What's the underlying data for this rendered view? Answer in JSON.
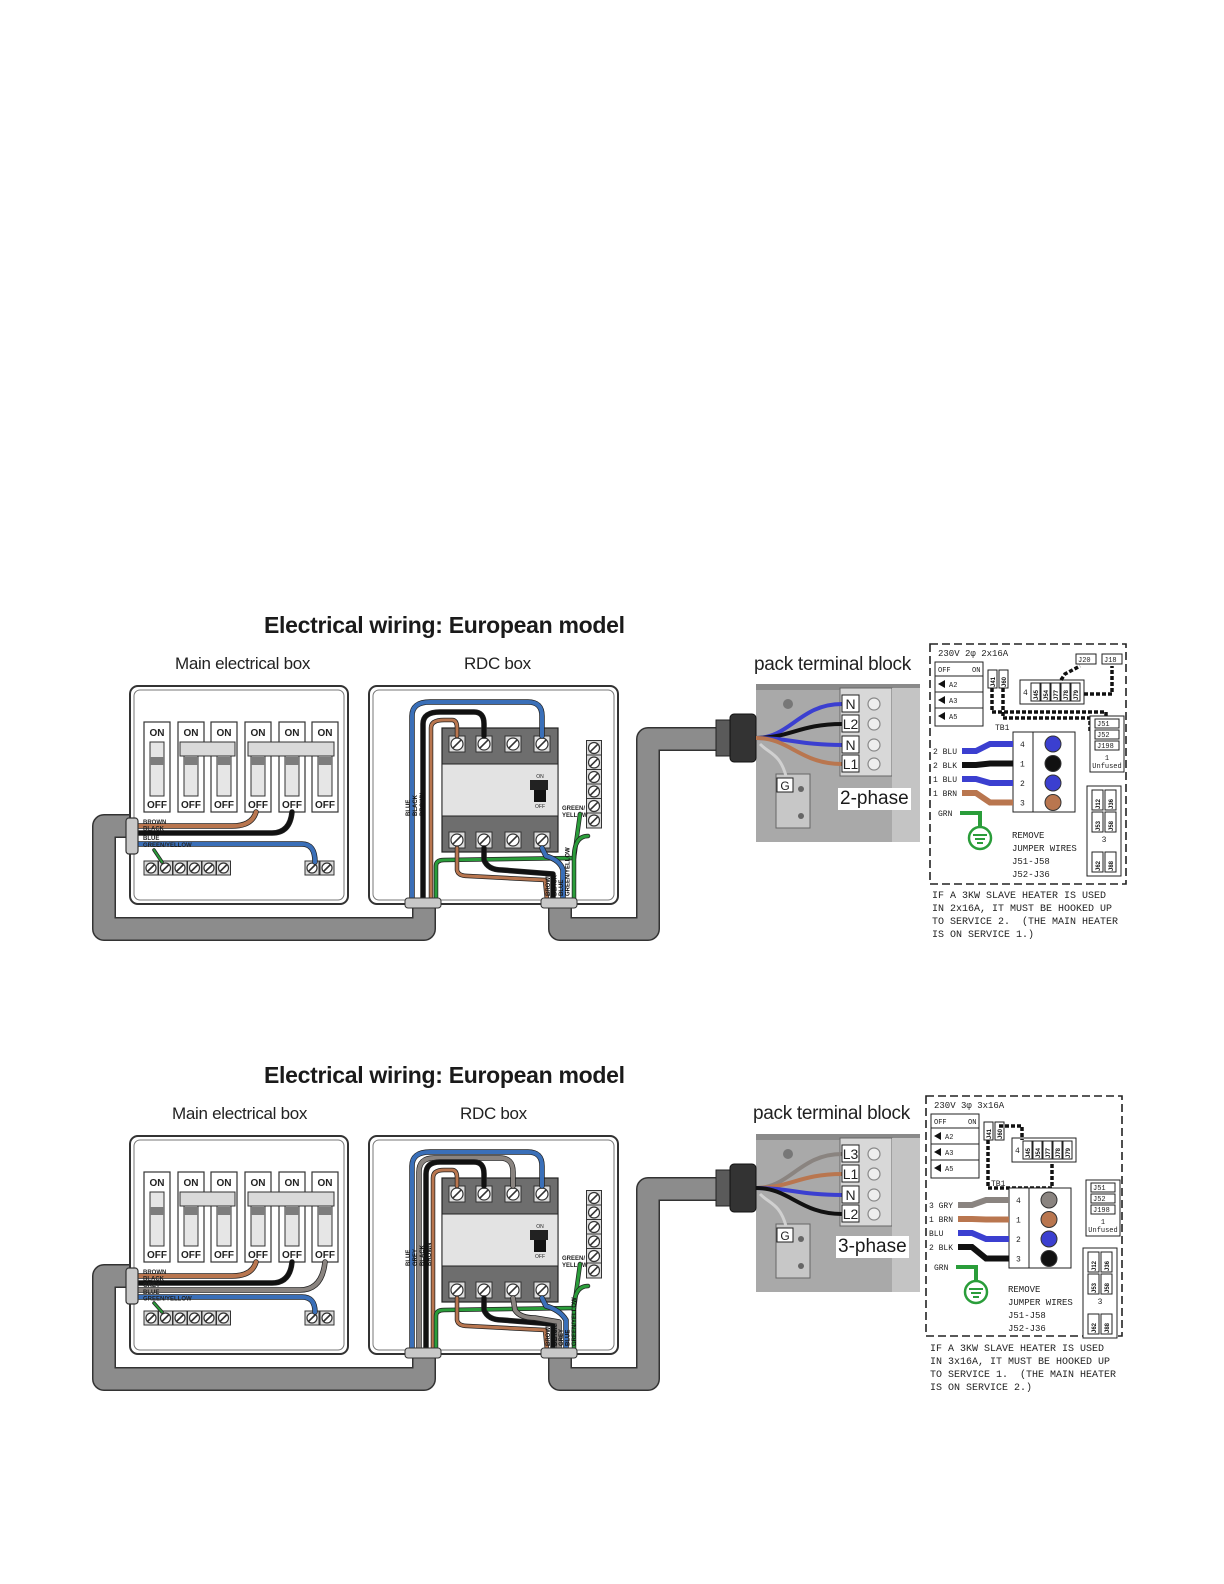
{
  "colors": {
    "brown": "#b9764f",
    "black": "#111111",
    "blue": "#3a6fb8",
    "wiring_blue": "#3b3fd0",
    "grey_wire": "#8a8480",
    "green": "#2a9d3a",
    "conduit": "#8c8c8c",
    "breaker_body": "#6e6e6e",
    "rcd_face": "#e3e3e3"
  },
  "diagrams": [
    {
      "title": "Electrical wiring: European model",
      "main_box_label": "Main electrical box",
      "rdc_box_label": "RDC box",
      "pack_label": "pack terminal block",
      "phase_label": "2-phase",
      "breakers": [
        {
          "on": "ON",
          "off": "OFF"
        },
        {
          "on": "ON",
          "off": "OFF"
        },
        {
          "on": "ON",
          "off": "OFF"
        },
        {
          "on": "ON",
          "off": "OFF"
        },
        {
          "on": "ON",
          "off": "OFF"
        },
        {
          "on": "ON",
          "off": "OFF"
        }
      ],
      "main_wire_labels": [
        "BROWN",
        "BLACK",
        "BLUE",
        "GREEN/YELLOW"
      ],
      "rdc_vertical_labels": [
        "BLUE",
        "BLACK",
        "BROWN"
      ],
      "rdc_bottom_labels": [
        "BROWN",
        "BLACK",
        "BLUE",
        "GREEN/YELLOW"
      ],
      "rcd_switch": {
        "on": "ON",
        "off": "OFF"
      },
      "ground_label": "GREEN/ YELLOW",
      "terminals": [
        "N",
        "L2",
        "N",
        "L1"
      ],
      "ground_terminal": "G",
      "schematic": {
        "header": "230V 2φ 2x16A",
        "dip_header": {
          "off": "OFF",
          "on": "ON"
        },
        "dip_switches": [
          "A2",
          "A3",
          "A5"
        ],
        "jumpers_top": [
          "J41",
          "J60"
        ],
        "jumper_group_number": "4",
        "jumper_group": [
          "J45",
          "J54",
          "J77",
          "J78",
          "J79"
        ],
        "jumpers_corner": [
          "J20",
          "J18"
        ],
        "service_box": {
          "jumpers": [
            "J51",
            "J52",
            "J198"
          ],
          "number": "1",
          "label": "Unfused"
        },
        "tb_label": "TB1",
        "tb_rows": [
          {
            "wire": "2 BLU",
            "num": "4",
            "color": "#3b3fd0"
          },
          {
            "wire": "2 BLK",
            "num": "1",
            "color": "#111111"
          },
          {
            "wire": "1 BLU",
            "num": "2",
            "color": "#3b3fd0"
          },
          {
            "wire": "1 BRN",
            "num": "3",
            "color": "#b9764f"
          }
        ],
        "ground_wire": "GRN",
        "remove_note": [
          "REMOVE",
          "JUMPER WIRES",
          "J51-J58",
          "J52-J36"
        ],
        "service3_box": {
          "jumpers": [
            "J12",
            "J36",
            "J53",
            "J58",
            "J62",
            "J88"
          ],
          "number": "3"
        },
        "footnote": "IF A 3KW SLAVE HEATER IS USED\nIN 2x16A, IT MUST BE HOOKED UP\nTO SERVICE 2.  (THE MAIN HEATER\nIS ON SERVICE 1.)"
      }
    },
    {
      "title": "Electrical wiring: European model",
      "main_box_label": "Main electrical box",
      "rdc_box_label": "RDC box",
      "pack_label": "pack terminal block",
      "phase_label": "3-phase",
      "breakers": [
        {
          "on": "ON",
          "off": "OFF"
        },
        {
          "on": "ON",
          "off": "OFF"
        },
        {
          "on": "ON",
          "off": "OFF"
        },
        {
          "on": "ON",
          "off": "OFF"
        },
        {
          "on": "ON",
          "off": "OFF"
        },
        {
          "on": "ON",
          "off": "OFF"
        }
      ],
      "main_wire_labels": [
        "BROWN",
        "BLACK",
        "GREY",
        "BLUE",
        "GREEN/YELLOW"
      ],
      "rdc_vertical_labels": [
        "BLUE",
        "GREY",
        "BLACK",
        "BROWN"
      ],
      "rdc_bottom_labels": [
        "BROWN",
        "BLACK",
        "GREY",
        "BLUE",
        "GREEN/YELLOW"
      ],
      "rcd_switch": {
        "on": "ON",
        "off": "OFF"
      },
      "ground_label": "GREEN/ YELLOW",
      "terminals": [
        "L3",
        "L1",
        "N",
        "L2"
      ],
      "ground_terminal": "G",
      "schematic": {
        "header": "230V 3φ 3x16A",
        "dip_header": {
          "off": "OFF",
          "on": "ON"
        },
        "dip_switches": [
          "A2",
          "A3",
          "A5"
        ],
        "jumpers_top": [
          "J41",
          "J60"
        ],
        "jumper_group_number": "4",
        "jumper_group": [
          "J45",
          "J54",
          "J77",
          "J78",
          "J79"
        ],
        "jumpers_corner": [],
        "service_box": {
          "jumpers": [
            "J51",
            "J52",
            "J198"
          ],
          "number": "1",
          "label": "Unfused"
        },
        "tb_label": "TB1",
        "tb_rows": [
          {
            "wire": "3 GRY",
            "num": "4",
            "color": "#8a8480"
          },
          {
            "wire": "1 BRN",
            "num": "1",
            "color": "#b9764f"
          },
          {
            "wire": "BLU",
            "num": "2",
            "color": "#3b3fd0"
          },
          {
            "wire": "2 BLK",
            "num": "3",
            "color": "#111111"
          }
        ],
        "ground_wire": "GRN",
        "remove_note": [
          "REMOVE",
          "JUMPER WIRES",
          "J51-J58",
          "J52-J36"
        ],
        "service3_box": {
          "jumpers": [
            "J12",
            "J36",
            "J53",
            "J58",
            "J62",
            "J88"
          ],
          "number": "3"
        },
        "footnote": "IF A 3KW SLAVE HEATER IS USED\nIN 3x16A, IT MUST BE HOOKED UP\nTO SERVICE 1.  (THE MAIN HEATER\nIS ON SERVICE 2.)"
      }
    }
  ]
}
